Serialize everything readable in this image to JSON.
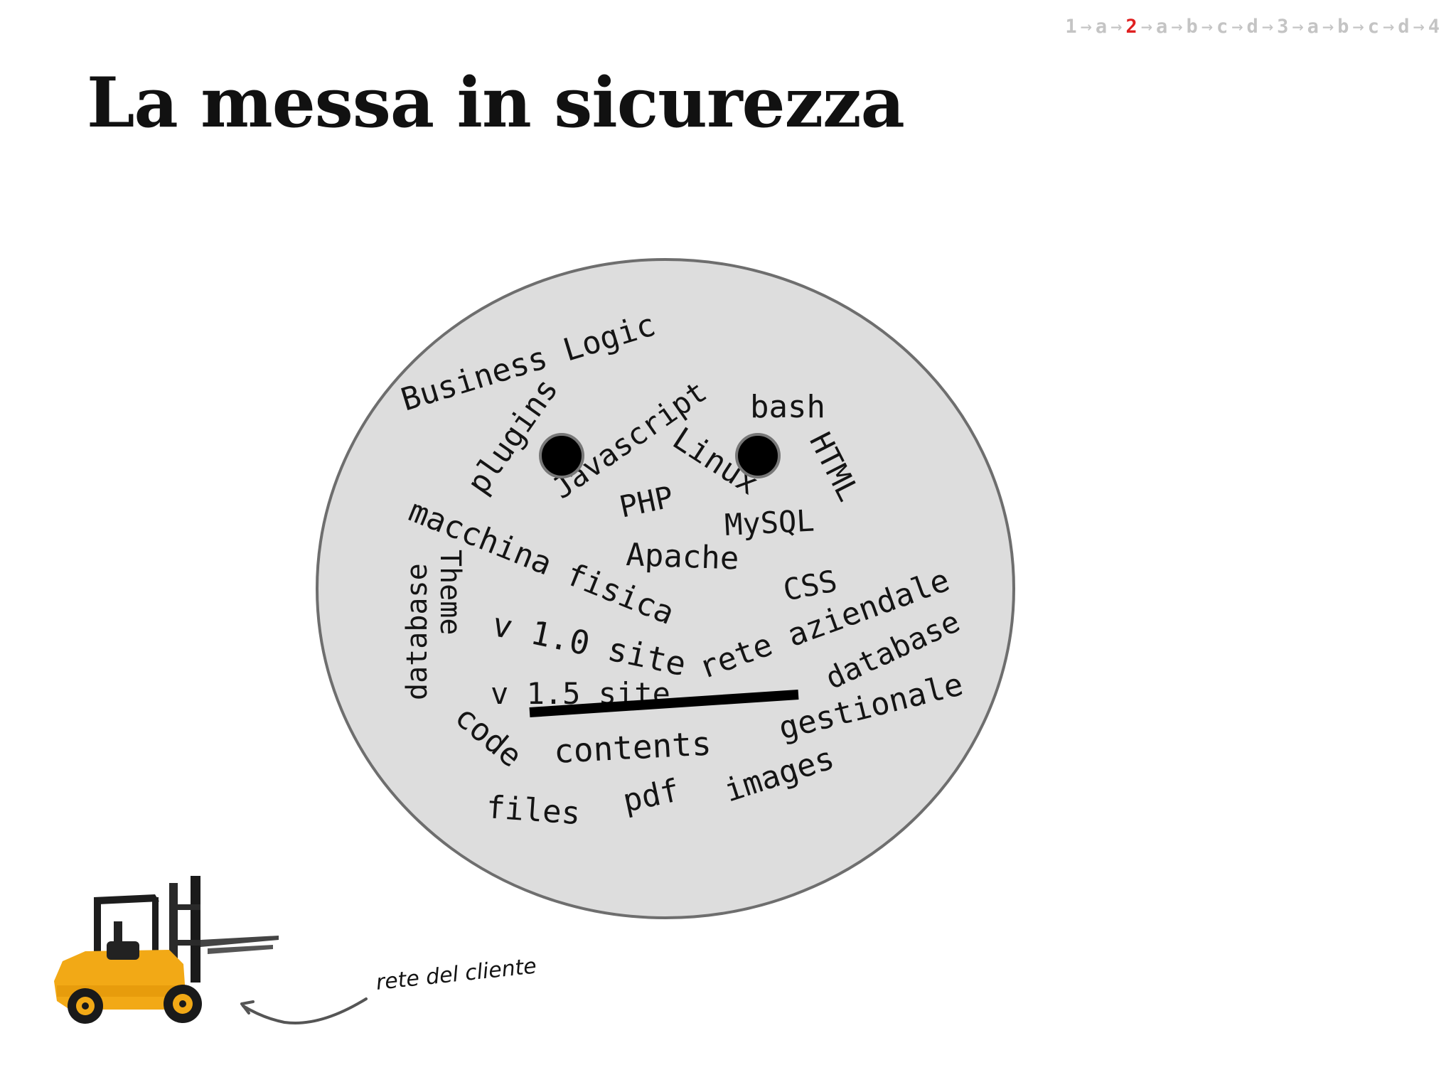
{
  "breadcrumb": {
    "items": [
      "1",
      "a",
      "2",
      "a",
      "b",
      "c",
      "d",
      "3",
      "a",
      "b",
      "c",
      "d",
      "4"
    ],
    "active_index": 2,
    "active_color": "#e02020",
    "inactive_color": "#c4c4c4"
  },
  "title": "La messa in sicurezza",
  "cloud": {
    "fill_color": "#dddddd",
    "stroke_color": "#6e6e6e",
    "words": {
      "business_logic": "Business Logic",
      "plugins": "plugins",
      "javascript": "Javascript",
      "bash": "bash",
      "linux": "Linux",
      "html": "HTML",
      "php": "PHP",
      "mysql": "MySQL",
      "macchina_fisica": "macchina fisica",
      "apache": "Apache",
      "css": "CSS",
      "database_left": "database",
      "theme": "Theme",
      "v10_site": "v 1.0 site",
      "rete_aziendale": "rete aziendale",
      "database_right": "database",
      "v15_site": "v 1.5 site",
      "gestionale": "gestionale",
      "code": "code",
      "contents": "contents",
      "images": "images",
      "pdf": "pdf",
      "files": "files"
    }
  },
  "forklift_label": "rete del cliente",
  "icons": [
    "forklift-icon",
    "curved-arrow-icon",
    "eye-dot-icon",
    "strike-bar-icon"
  ]
}
